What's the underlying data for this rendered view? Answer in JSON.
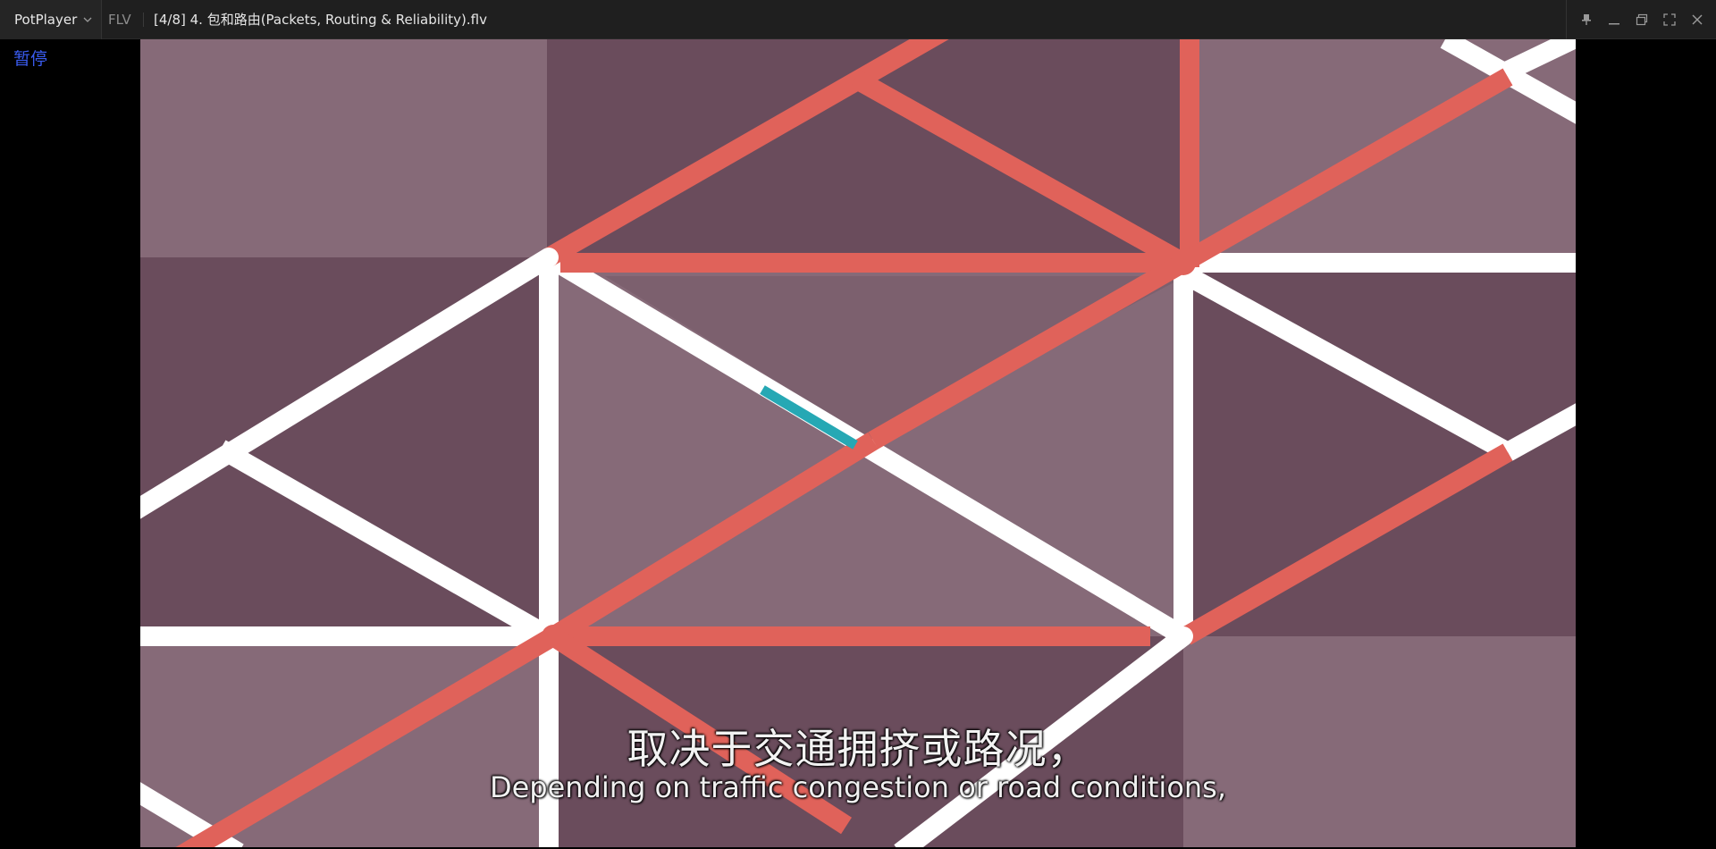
{
  "titlebar": {
    "app_name": "PotPlayer",
    "format": "FLV",
    "title": "[4/8] 4. 包和路由(Packets, Routing & Reliability).flv",
    "controls": [
      "pin-icon",
      "minimize-icon",
      "restore-icon",
      "fullscreen-icon",
      "close-icon"
    ]
  },
  "osd": {
    "status": "暂停"
  },
  "subtitles": {
    "zh": "取决于交通拥挤或路况，",
    "en": "Depending on traffic congestion or road conditions,"
  },
  "colors": {
    "road_white": "#ffffff",
    "road_red": "#e0625a",
    "packet": "#26a8b4",
    "tile_light": "#8a6a79",
    "tile_dark": "#6a4c5c",
    "osd_text": "#3a5cf0"
  }
}
